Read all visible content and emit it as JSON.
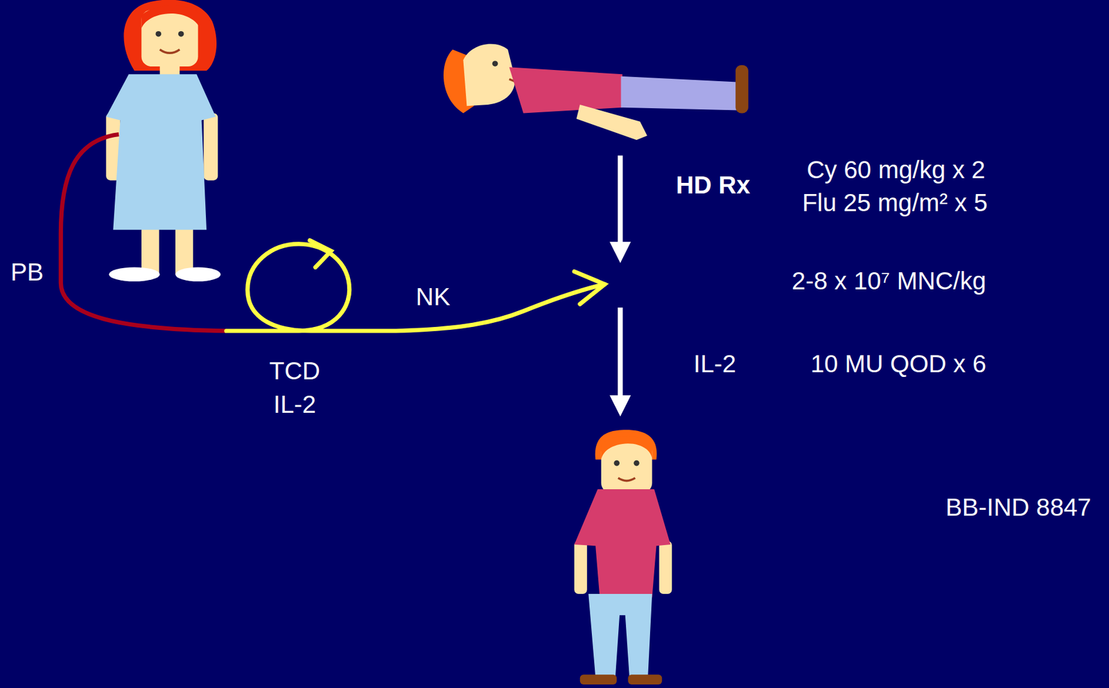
{
  "diagram": {
    "labels": [
      "PB",
      "NK",
      "TCD",
      "IL-2",
      "HD Rx",
      "Cy 60 mg/kg x 2",
      "Flu 25 mg/m² x 5",
      "2-8 x 10⁷ MNC/kg",
      "IL-2",
      "10 MU QOD x 6",
      "BB-IND 8847"
    ]
  }
}
